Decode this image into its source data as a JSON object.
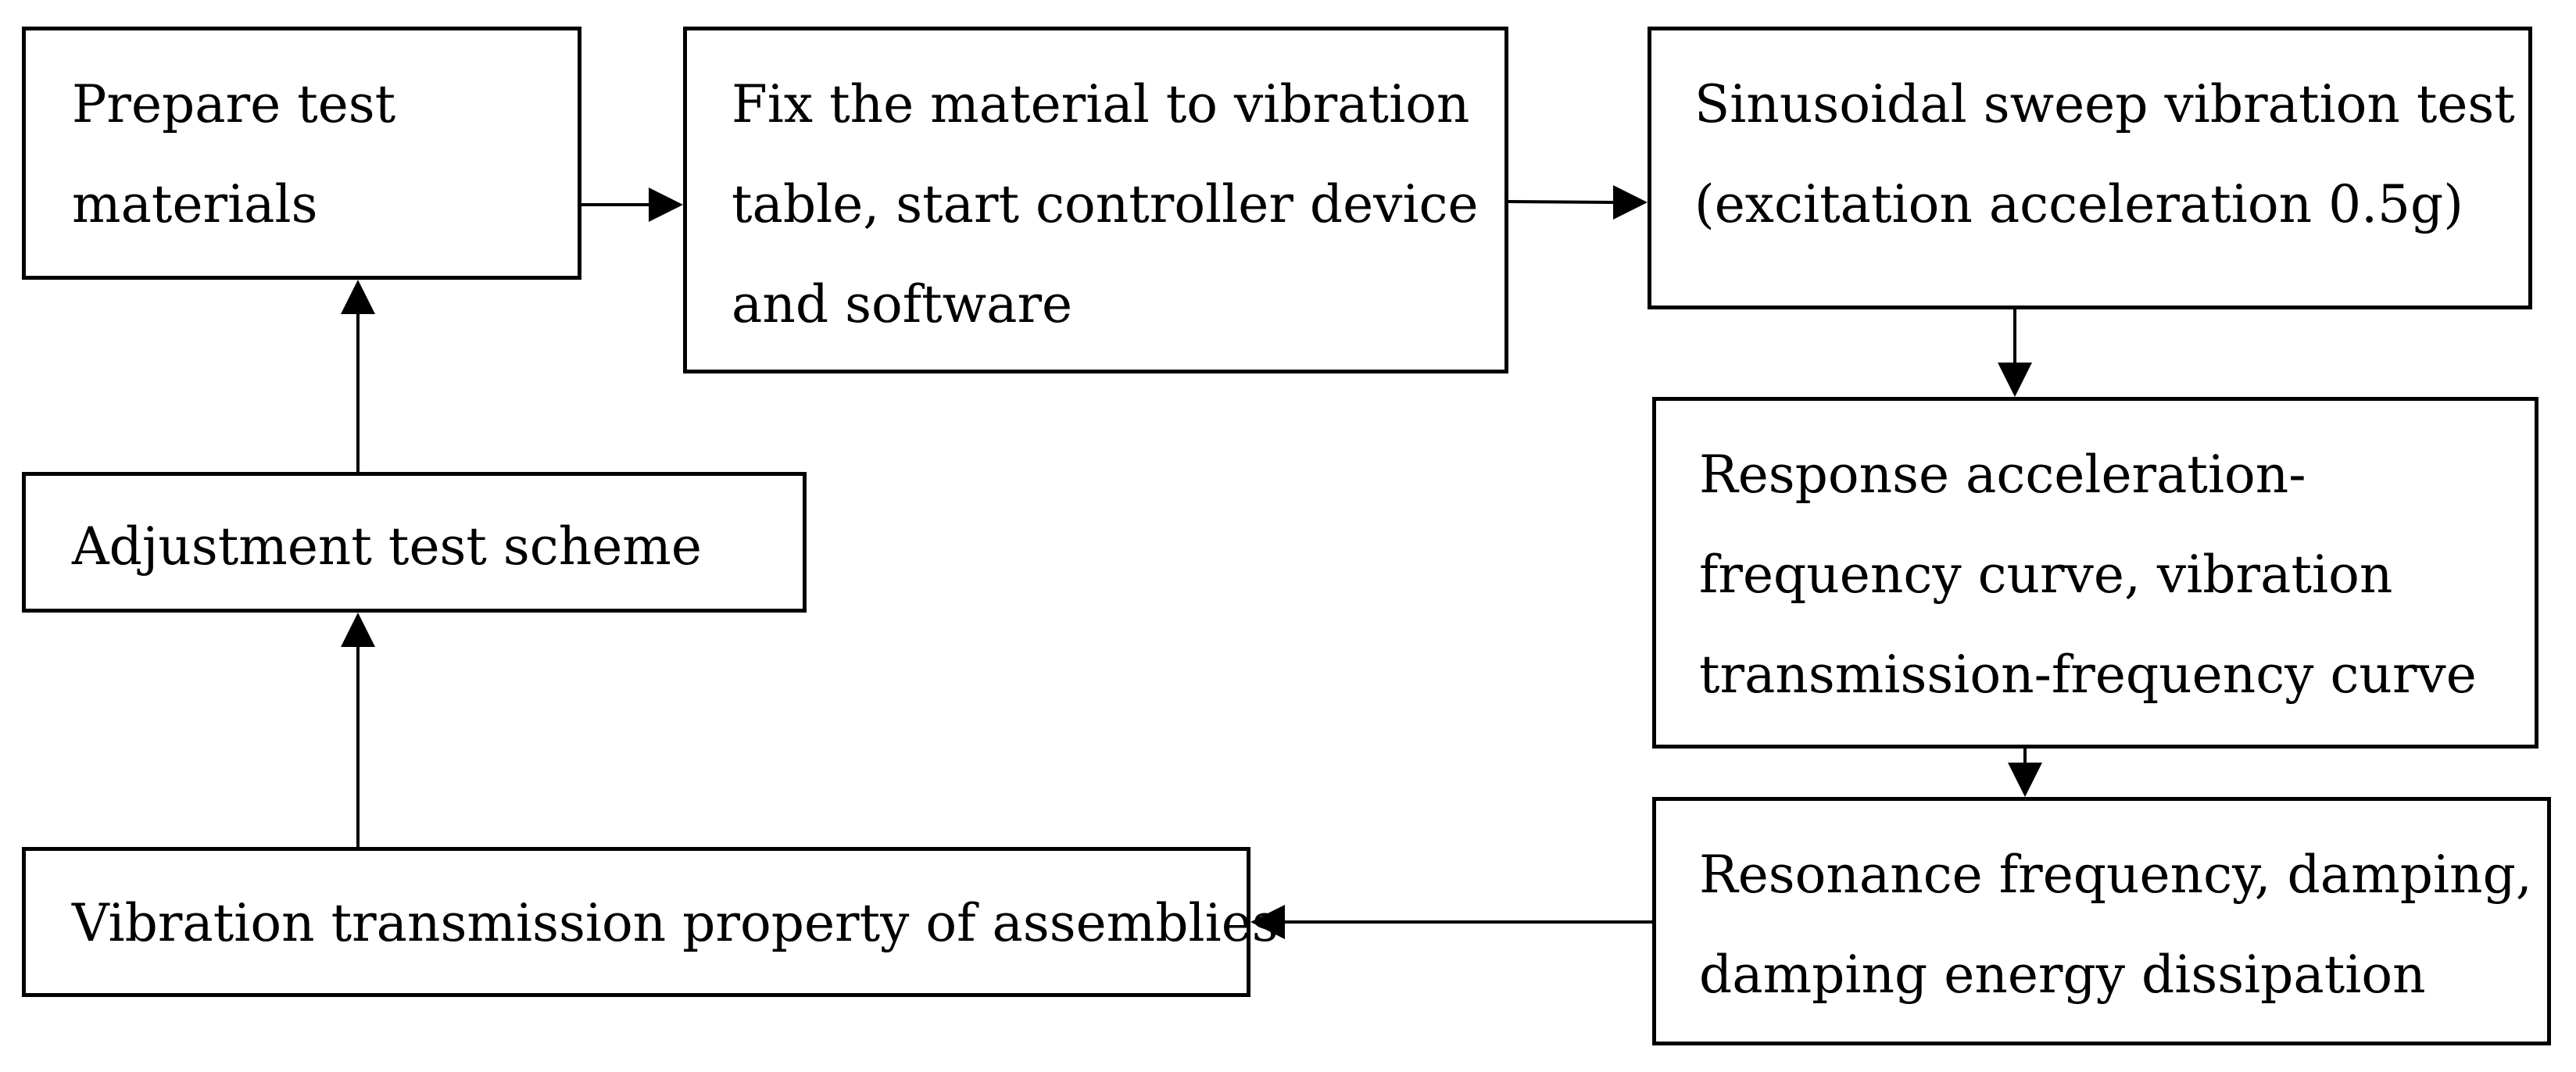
{
  "flowchart": {
    "nodes": {
      "prepare": {
        "line1_left": "Prepare",
        "line1_right": "test",
        "line2": "materials"
      },
      "fix": {
        "line1": "Fix the material to vibration",
        "line2": "table, start controller device",
        "line3": "and software"
      },
      "sweep": {
        "line1": "Sinusoidal sweep vibration test",
        "line2": "(excitation acceleration 0.5g)"
      },
      "response": {
        "line1": "Response acceleration-",
        "line2": "frequency curve, vibration",
        "line3": "transmission-frequency curve"
      },
      "resonance": {
        "line1": "Resonance frequency, damping,",
        "line2": "damping energy dissipation"
      },
      "transmission": {
        "line1": "Vibration transmission property of assemblies"
      },
      "adjust": {
        "line1": "Adjustment test scheme"
      }
    },
    "edges": [
      {
        "from": "prepare",
        "to": "fix"
      },
      {
        "from": "fix",
        "to": "sweep"
      },
      {
        "from": "sweep",
        "to": "response"
      },
      {
        "from": "response",
        "to": "resonance"
      },
      {
        "from": "resonance",
        "to": "transmission"
      },
      {
        "from": "transmission",
        "to": "adjust"
      },
      {
        "from": "adjust",
        "to": "prepare"
      }
    ]
  }
}
